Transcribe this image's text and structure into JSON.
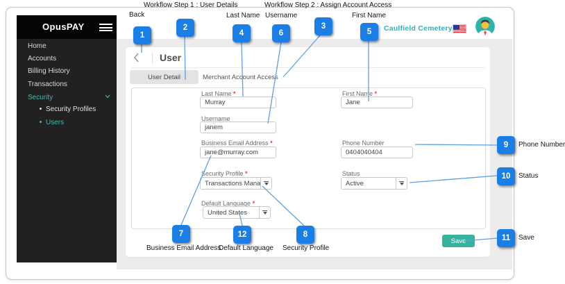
{
  "brand": {
    "name": "OpusPAY"
  },
  "sidebar": {
    "items": [
      {
        "label": "Home"
      },
      {
        "label": "Accounts"
      },
      {
        "label": "Billing History"
      },
      {
        "label": "Transactions"
      },
      {
        "label": "Security"
      }
    ],
    "subitems": [
      {
        "label": "Security Profiles"
      },
      {
        "label": "Users"
      }
    ]
  },
  "header": {
    "merchant": "Caulfield Cemetery"
  },
  "page": {
    "title": "User",
    "tabs": [
      {
        "label": "User Detail"
      },
      {
        "label": "Merchant Account Access"
      }
    ],
    "fields": {
      "last_name": {
        "label": "Last Name",
        "required": "*",
        "value": "Murray"
      },
      "first_name": {
        "label": "First Name",
        "required": "*",
        "value": "Jane"
      },
      "username": {
        "label": "Username",
        "value": "janem"
      },
      "email": {
        "label": "Business Email Address",
        "required": "*",
        "value": "jane@murray.com"
      },
      "phone": {
        "label": "Phone Number",
        "value": "0404040404"
      },
      "security_profile": {
        "label": "Security Profile",
        "required": "*",
        "value": "Transactions Manager"
      },
      "status": {
        "label": "Status",
        "value": "Active"
      },
      "language": {
        "label": "Default Language",
        "required": "*",
        "value": "United States"
      }
    },
    "save_label": "Save"
  },
  "annotations": {
    "callouts": [
      {
        "num": "1",
        "label": "Back"
      },
      {
        "num": "2",
        "label": "Workflow Step 1 : User Details"
      },
      {
        "num": "3",
        "label": "Workflow Step 2 : Assign Account Access"
      },
      {
        "num": "4",
        "label": "Last Name"
      },
      {
        "num": "5",
        "label": "First Name"
      },
      {
        "num": "6",
        "label": "Username"
      },
      {
        "num": "7",
        "label": "Business Email Address"
      },
      {
        "num": "8",
        "label": "Security Profile"
      },
      {
        "num": "9",
        "label": "Phone Number"
      },
      {
        "num": "10",
        "label": "Status"
      },
      {
        "num": "11",
        "label": "Save"
      },
      {
        "num": "12",
        "label": "Default Language"
      }
    ],
    "colors": {
      "badge_blue": "#1b7ee4",
      "line_blue": "#5d9fe0",
      "teal": "#36b39c"
    }
  }
}
